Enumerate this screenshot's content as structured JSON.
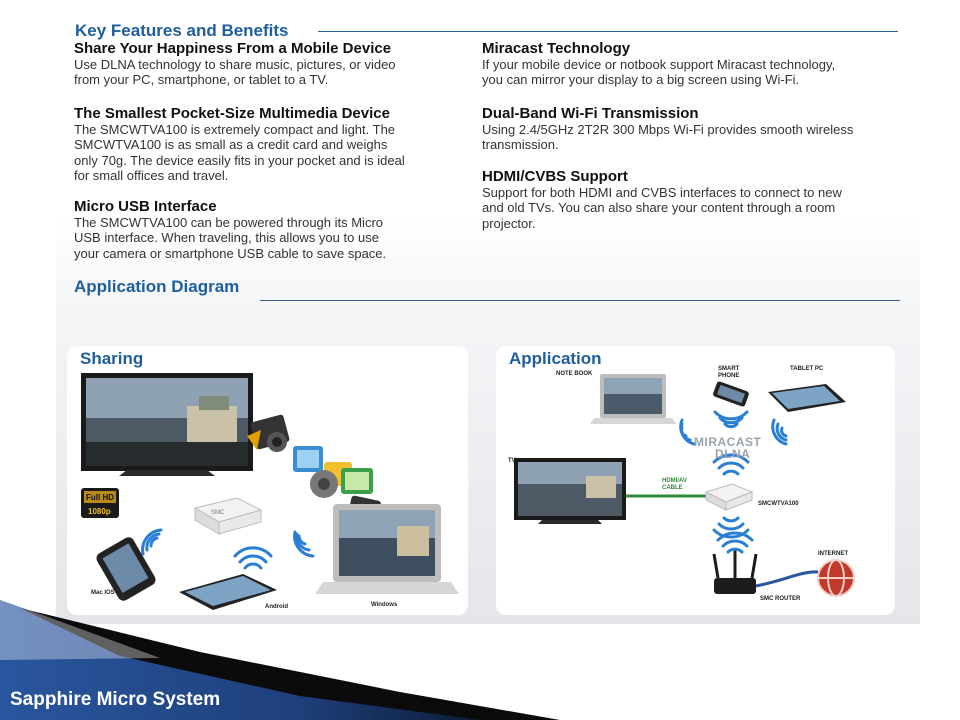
{
  "features": {
    "heading": "Key Features and Benefits",
    "left": [
      {
        "title": "Share Your Happiness From a Mobile Device",
        "lines": [
          "Use DLNA technology to share music, pictures, or video",
          "from your PC, smartphone, or tablet to a TV."
        ]
      },
      {
        "title": "The Smallest Pocket-Size Multimedia Device",
        "lines": [
          "The SMCWTVA100 is extremely compact and light. The",
          "SMCWTVA100 is as small as a credit card and weighs",
          "only 70g. The device easily fits in your pocket and is ideal",
          "for small offices and travel."
        ]
      },
      {
        "title": "Micro USB Interface",
        "lines": [
          "The SMCWTVA100 can be powered through its Micro",
          "USB interface. When traveling, this allows you to use",
          "your camera or smartphone USB cable to save space."
        ]
      }
    ],
    "right": [
      {
        "title": "Miracast Technology",
        "lines": [
          "If your mobile device or notbook support Miracast technology,",
          "you can mirror your display to a big screen using Wi-Fi."
        ]
      },
      {
        "title": "Dual-Band Wi-Fi Transmission",
        "lines": [
          "Using 2.4/5GHz 2T2R 300 Mbps Wi-Fi provides smooth wireless",
          "transmission."
        ]
      },
      {
        "title": "HDMI/CVBS Support",
        "lines": [
          "Support for both HDMI and CVBS interfaces to connect to new",
          "and old TVs. You can also share your content through a room",
          "projector."
        ]
      }
    ]
  },
  "diagram": {
    "heading": "Application Diagram",
    "sharing": {
      "title": "Sharing",
      "badge_top": "Full HD",
      "badge_bottom": "1080p",
      "device_brand": "SMC",
      "label_mac": "Mac IOS",
      "label_android": "Android",
      "label_windows": "Windows"
    },
    "application": {
      "title": "Application",
      "label_notebook": "NOTE BOOK",
      "label_smartphone_1": "SMART",
      "label_smartphone_2": "PHONE",
      "label_tablet": "TABLET PC",
      "label_tv": "TV",
      "miracast": "MIRACAST",
      "dlna": "DLNA",
      "cable_1": "HDMI/AV",
      "cable_2": "CABLE",
      "label_device": "SMCWTVA100",
      "label_internet": "INTERNET",
      "label_router": "SMC ROUTER"
    }
  },
  "footer": {
    "text": "Sapphire Micro System"
  },
  "colors": {
    "heading": "#1f5e9e",
    "rule": "#2c5f94",
    "wifi": "#2a7fd4",
    "cable": "#2e8b3a",
    "footer_dark": "#0a1830",
    "footer_blue": "#2a56a0"
  }
}
